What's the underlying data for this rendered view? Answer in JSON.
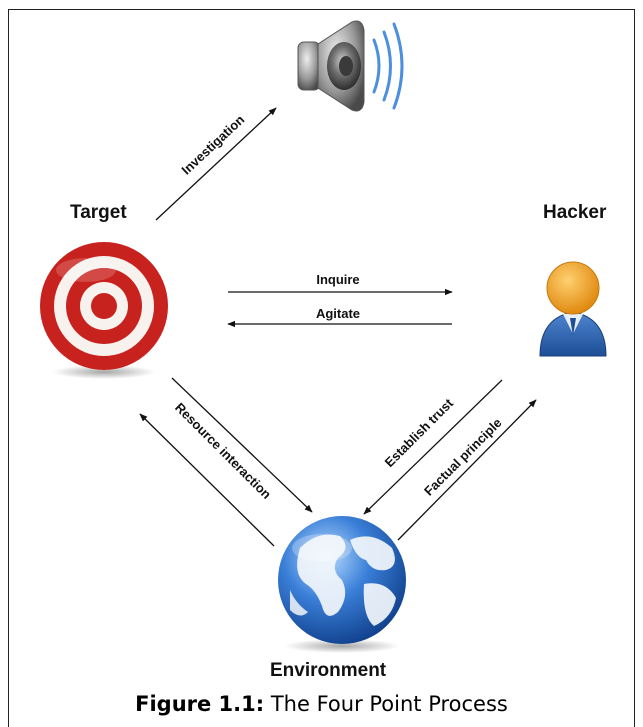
{
  "nodes": {
    "target": "Target",
    "hacker": "Hacker",
    "environment": "Environment"
  },
  "edges": {
    "investigation": "Investigation",
    "inquire": "Inquire",
    "agitate": "Agitate",
    "resource_interaction": "Resource interaction",
    "establish_trust": "Establish trust",
    "factual_principle": "Factual principle"
  },
  "caption": {
    "label": "Figure 1.1:",
    "text": " The Four Point Process"
  },
  "icons": {
    "speaker": "speaker-icon",
    "target": "target-icon",
    "hacker": "user-icon",
    "environment": "globe-icon"
  },
  "colors": {
    "target_red": "#c8221e",
    "hacker_orange": "#f0a020",
    "hacker_blue": "#2a5fa8",
    "globe_blue": "#2f66c0"
  }
}
